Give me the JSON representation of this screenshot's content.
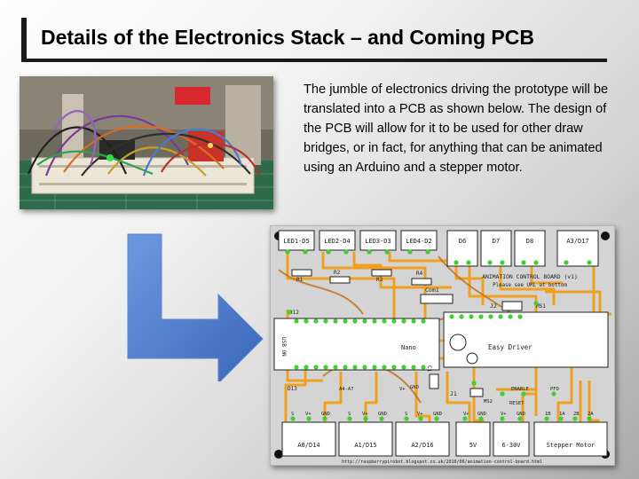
{
  "slide": {
    "title": "Details of the Electronics Stack – and Coming PCB",
    "body": "The jumble of electronics driving the prototype will be translated into a PCB as shown below.  The design of the PCB will allow for it to be used for other draw bridges, or in fact, for anything that can be animated using an Arduino and a stepper motor."
  },
  "pcb": {
    "top_connectors": [
      "LED1-D5",
      "LED2-D4",
      "LED3-D3",
      "LED4-D2",
      "D6",
      "D7",
      "D8",
      "A3/D17"
    ],
    "board_title": "ANIMATION CONTROL BOARD (v1)",
    "board_subtitle": "Please see URL at bottom",
    "resistors": [
      "R1",
      "R2",
      "R3",
      "R4"
    ],
    "com_label": "Com1",
    "j2_label": "J2",
    "ms1_label": "MS1",
    "d12_label": "D12",
    "usb_label": "USB ON",
    "nano_label": "Nano",
    "easy_driver_label": "Easy Driver",
    "c1_label": "C1",
    "j1_label": "J1",
    "ms2_label": "MS2",
    "enable_label": "ENABLE",
    "pfd_label": "PFD",
    "reset_label": "RESET",
    "d13_label": "D13",
    "a4a7_label": "A4-A7",
    "v_label": "V+",
    "gnd_label": "GND",
    "s_label": "S",
    "motor_pins": [
      "1B",
      "1A",
      "2B",
      "2A"
    ],
    "bottom_connectors": [
      "A0/D14",
      "A1/D15",
      "A2/D16",
      "5V",
      "6-30V",
      "Stepper Motor"
    ],
    "url": "http://raspberrypirobot.blogspot.co.uk/2016/06/animation-control-board.html"
  },
  "colors": {
    "board": "#d4d4d4",
    "trace": "#f0a020",
    "pad": "#3fd030",
    "arrow": "#4a7fd0",
    "title_bar": "#1a1a1a"
  }
}
